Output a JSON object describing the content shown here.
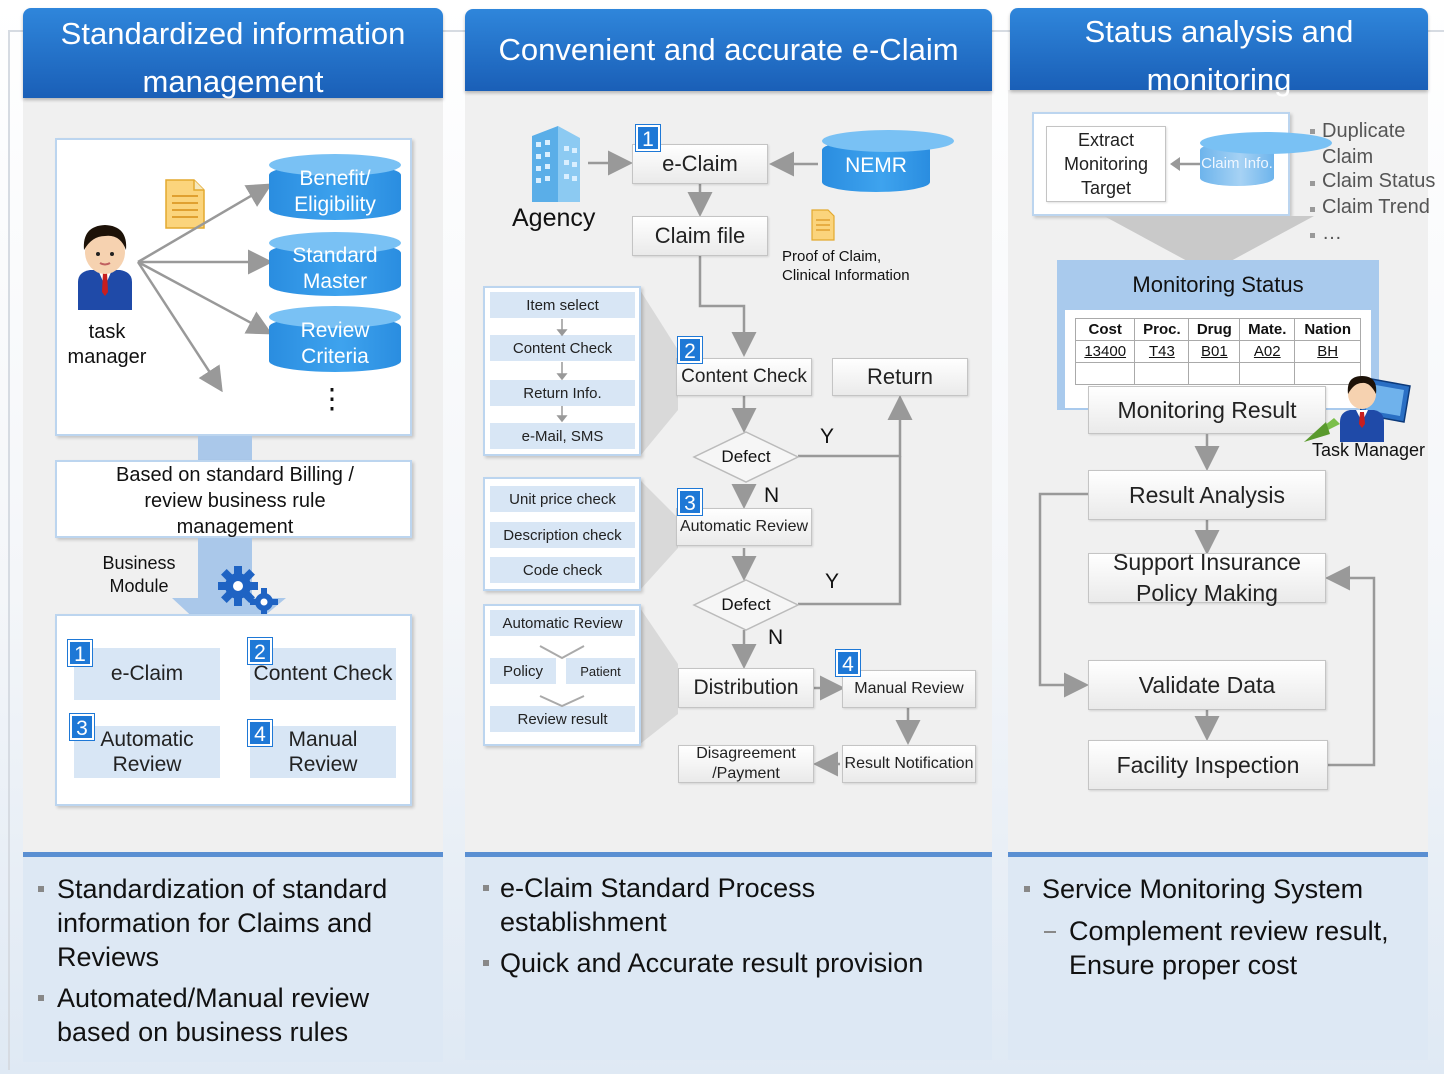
{
  "columns": [
    {
      "title": "Standardized information management"
    },
    {
      "title": "Convenient and accurate e-Claim"
    },
    {
      "title": "Status analysis and monitoring"
    }
  ],
  "left": {
    "cylinders": [
      "Benefit/ Eligibility",
      "Standard Master",
      "Review Criteria"
    ],
    "ellipsis": "⋮",
    "actor": "task manager",
    "rule_box": "Based on standard Billing / review business rule management",
    "module_label": "Business Module",
    "modules": [
      {
        "num": "1",
        "label": "e-Claim"
      },
      {
        "num": "2",
        "label": "Content Check"
      },
      {
        "num": "3",
        "label": "Automatic Review"
      },
      {
        "num": "4",
        "label": "Manual Review"
      }
    ],
    "bullets": [
      "Standardization of standard information for Claims and Reviews",
      "Automated/Manual review based on business rules"
    ]
  },
  "middle": {
    "agency": "Agency",
    "eclaim": "e-Claim",
    "nemr": "NEMR",
    "claim_file": "Claim file",
    "proof": "Proof of Claim, Clinical Information",
    "content_check": "Content Check",
    "return": "Return",
    "defect": "Defect",
    "yes": "Y",
    "no": "N",
    "automatic_review": "Automatic Review",
    "distribution": "Distribution",
    "manual_review": "Manual Review",
    "result_notification": "Result Notification",
    "disagreement": "Disagreement /Payment",
    "nums": [
      "1",
      "2",
      "3",
      "4"
    ],
    "side1": [
      "Item select",
      "Content Check",
      "Return Info.",
      "e-Mail, SMS"
    ],
    "side2": [
      "Unit price check",
      "Description check",
      "Code check"
    ],
    "side3": {
      "top": "Automatic Review",
      "left": "Policy",
      "right": "Patient",
      "bottom": "Review result"
    },
    "bullets": [
      "e-Claim Standard Process establishment",
      "Quick and Accurate result provision"
    ]
  },
  "right": {
    "extract": "Extract Monitoring Target",
    "claim_info": "Claim Info.",
    "list": [
      "Duplicate Claim",
      "Claim Status",
      "Claim Trend",
      "…"
    ],
    "monitoring_status": "Monitoring Status",
    "table": {
      "headers": [
        "Cost",
        "Proc.",
        "Drug",
        "Mate.",
        "Nation"
      ],
      "row": [
        "13400",
        "T43",
        "B01",
        "A02",
        "BH"
      ]
    },
    "monitoring_result": "Monitoring Result",
    "task_manager": "Task Manager",
    "result_analysis": "Result Analysis",
    "support": "Support Insurance Policy Making",
    "validate": "Validate Data",
    "facility": "Facility Inspection",
    "bullet": "Service Monitoring System",
    "sub_bullet": "Complement review result, Ensure proper cost"
  },
  "colors": {
    "banner": "#1f6fcb",
    "cylinder": "#2a8de0",
    "number": "#1e78d6",
    "bottom": "#dde8f4"
  }
}
